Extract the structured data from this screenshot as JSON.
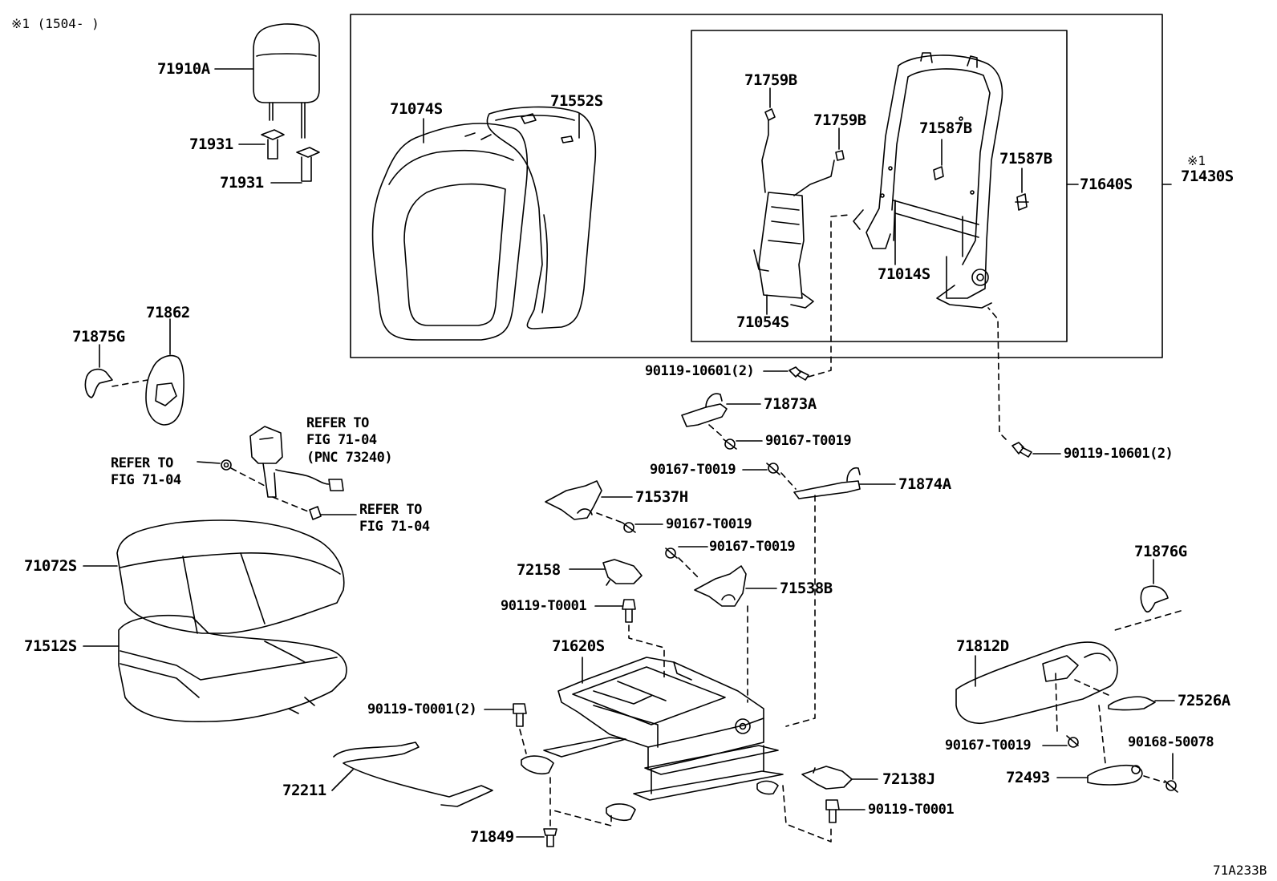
{
  "header_note": "※1 (1504-    )",
  "figure_code": "71A233B",
  "group_note": "※1",
  "parts": {
    "p71910A": "71910A",
    "p71931_a": "71931",
    "p71931_b": "71931",
    "p71074S": "71074S",
    "p71552S": "71552S",
    "p71759B_a": "71759B",
    "p71759B_b": "71759B",
    "p71587B_a": "71587B",
    "p71587B_b": "71587B",
    "p71640S": "71640S",
    "p71430S": "71430S",
    "p71014S": "71014S",
    "p71054S": "71054S",
    "p71875G": "71875G",
    "p71862": "71862",
    "p90119_10601_a": "90119-10601(2)",
    "p90119_10601_b": "90119-10601(2)",
    "p71873A": "71873A",
    "p90167_T0019_a": "90167-T0019",
    "p90167_T0019_b": "90167-T0019",
    "p90167_T0019_c": "90167-T0019",
    "p90167_T0019_d": "90167-T0019",
    "p90167_T0019_e": "90167-T0019",
    "p71874A": "71874A",
    "p71537H": "71537H",
    "p72158": "72158",
    "p71538B": "71538B",
    "p90119_T0001_a": "90119-T0001",
    "p90119_T0001_b": "90119-T0001(2)",
    "p90119_T0001_c": "90119-T0001",
    "p71620S": "71620S",
    "p71072S": "71072S",
    "p71512S": "71512S",
    "p72211": "72211",
    "p71849": "71849",
    "p72138J": "72138J",
    "p71876G": "71876G",
    "p71812D": "71812D",
    "p72526A": "72526A",
    "p90168_50078": "90168-50078",
    "p72493": "72493"
  },
  "refs": {
    "belt": [
      "REFER TO",
      "FIG 71-04",
      "(PNC 73240)"
    ],
    "left": [
      "REFER TO",
      "FIG 71-04"
    ],
    "bottom": [
      "REFER TO",
      "FIG 71-04"
    ]
  }
}
